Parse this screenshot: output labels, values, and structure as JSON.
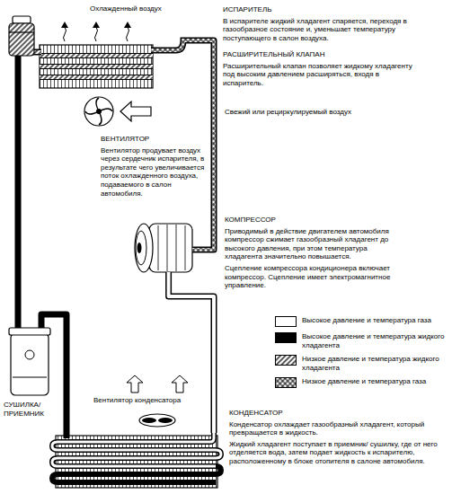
{
  "diagram": {
    "nodes": [
      {
        "text": [
          "ИСПАРИТЕЛЬ",
          "В испарителе жидкий хладагент спаряется, переходя в газообразное состояние и, уменьшает температуру поступающего в салон воздуха."
        ]
      },
      {
        "text": [
          "РАСШИРИТЕЛЬНЫЙ КЛАПАН",
          "Расширительный клапан позволяет жидкому хладагенту под высоким давлением расширяться, входя в испаритель."
        ]
      },
      {
        "text": [
          "ВЕНТИЛЯТОР",
          "Вентилятор продувает воздух через сердечник испарителя, в результате чего увеличивается поток охлажденного воздуха, подаваемого в салон автомобиля."
        ]
      },
      {
        "text": [
          "КОМПРЕССОР",
          "Приводимый в действие двигателем автомобиля компрессор сжимает газообразный хладагент до высокого давления, при этом температура хладагента значительно повышается.",
          "Сцепление компрессора кондиционера включает компрессор. Сцепление имеет электромагнитное управление."
        ]
      },
      {
        "text": [
          "Вентилятор конденсатора"
        ]
      },
      {
        "text": [
          "СУШИЛКА/ ПРИЕМНИК"
        ]
      },
      {
        "text": [
          "КОНДЕНСАТОР",
          "Конденсатор охлаждает газообразный хладагент, который превращается в жидкость.",
          "Жидкий хладагент поступает в приемник/ сушилку, где от него отделяется вода, затем подает жидкость к испарителю, расположенному в блоке отопителя в салоне автомобиля."
        ]
      }
    ],
    "edges": [
      {
        "from": 3,
        "to": 6,
        "arrow": "none"
      },
      {
        "from": 6,
        "to": 5,
        "arrow": "none"
      },
      {
        "from": 5,
        "to": 1,
        "arrow": "none"
      },
      {
        "from": 0,
        "to": 3,
        "arrow": "none"
      }
    ],
    "labels": [
      "Охлажденный воздух",
      "Свежий или рециркулируемый воздух"
    ],
    "legend": [
      {
        "text": "Высокое давление и температура газа",
        "color": "#ffffff"
      },
      {
        "text": "Высокое давление и температура жидкого хладагента",
        "color": "#000000"
      },
      {
        "text": "Низкое давление и температура жидкого хладагента"
      },
      {
        "text": "Низкое давление и температура газа"
      }
    ]
  }
}
